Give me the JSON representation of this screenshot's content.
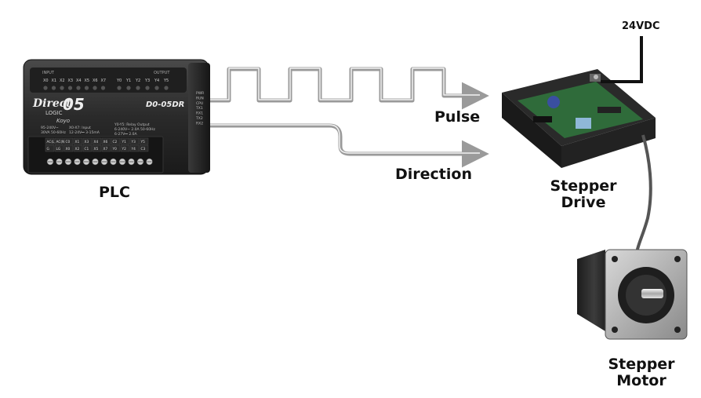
{
  "plc": {
    "label": "PLC",
    "brand_line1": "Direct",
    "brand_num": "05",
    "brand_line2": "LOGIC",
    "maker": "Koyo",
    "model": "D0-05DR",
    "input_tag": "INPUT",
    "output_tag": "OUTPUT",
    "input_leds": [
      "X0",
      "X1",
      "X2",
      "X3",
      "X4",
      "X5",
      "X6",
      "X7"
    ],
    "output_leds": [
      "Y0",
      "Y1",
      "Y2",
      "Y3",
      "Y4",
      "Y5"
    ],
    "status_leds": [
      "PWR",
      "RUN",
      "CPU",
      "TX1",
      "RX1",
      "TX2",
      "RX2"
    ],
    "spec_power": "95-240V~\n30VA 50-60Hz",
    "spec_input": "X0-X7: Input\n12-24V⎓ 3-15mA",
    "spec_output": "Y0-Y5: Relay Output\n6-240V~ 2.0A 50-60Hz\n6-27V⎓ 2.0A",
    "terminal_row1": [
      "AC(L)",
      "AC(N)",
      "C0",
      "X1",
      "X3",
      "X4",
      "X6",
      "C2",
      "Y1",
      "Y3",
      "Y5"
    ],
    "terminal_row2": [
      "G",
      "LG",
      "X0",
      "X2",
      "C1",
      "X5",
      "X7",
      "Y0",
      "Y2",
      "Y4",
      "C3"
    ]
  },
  "signals": {
    "pulse": "Pulse",
    "direction": "Direction"
  },
  "drive": {
    "label_line1": "Stepper",
    "label_line2": "Drive"
  },
  "supply": {
    "label": "24VDC"
  },
  "motor": {
    "label_line1": "Stepper",
    "label_line2": "Motor"
  }
}
